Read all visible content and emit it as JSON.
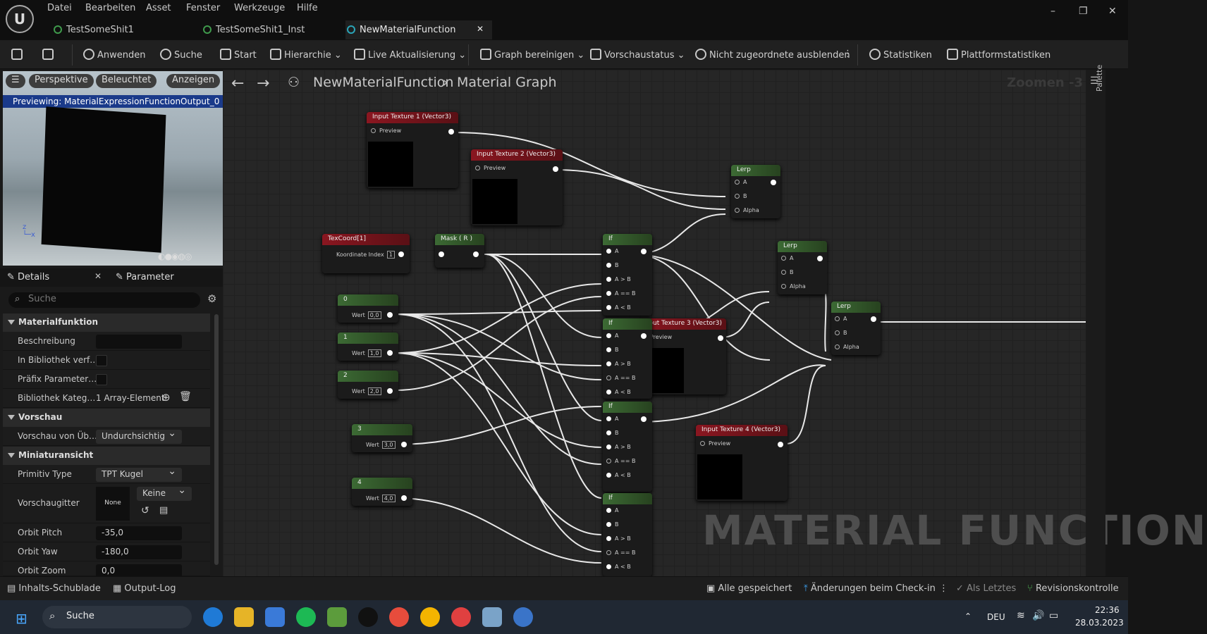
{
  "menu": [
    "Datei",
    "Bearbeiten",
    "Asset",
    "Fenster",
    "Werkzeuge",
    "Hilfe"
  ],
  "tabs": [
    {
      "label": "TestSomeShit1"
    },
    {
      "label": "TestSomeShit1_Inst"
    },
    {
      "label": "NewMaterialFunction",
      "active": true
    }
  ],
  "window_controls": {
    "minimize": "–",
    "restore": "❐",
    "close": "✕"
  },
  "toolbar": {
    "apply": "Anwenden",
    "search": "Suche",
    "home": "Start",
    "hierarchy": "Hierarchie",
    "live_update": "Live Aktualisierung",
    "clean_graph": "Graph bereinigen",
    "preview_state": "Vorschaustatus",
    "hide_unrelated": "Nicht zugeordnete ausblenden",
    "stats": "Statistiken",
    "platform_stats": "Plattformstatistiken"
  },
  "viewport": {
    "btn_perspective": "Perspektive",
    "btn_lit": "Beleuchtet",
    "btn_show": "Anzeigen",
    "info": "Previewing: MaterialExpressionFunctionOutput_0"
  },
  "details": {
    "tab_details": "Details",
    "tab_params": "Parameter",
    "search_placeholder": "Suche",
    "sections": {
      "materialfunktion": "Materialfunktion",
      "vorschau": "Vorschau",
      "miniatur": "Miniaturansicht"
    },
    "rows": {
      "beschreibung": "Beschreibung",
      "bibliothek_verf": "In Bibliothek verf…",
      "praefix": "Präfix Parameter…",
      "bibliothek_kateg": "Bibliothek Kateg…",
      "bibliothek_kateg_val": "1 Array-Element",
      "vorschau_von": "Vorschau von Üb…",
      "vorschau_von_val": "Undurchsichtig",
      "primitiv": "Primitiv Type",
      "primitiv_val": "TPT Kugel",
      "vorschaugitter": "Vorschaugitter",
      "vorschaugitter_thumb": "None",
      "vorschaugitter_val": "Keine",
      "orbit_pitch": "Orbit Pitch",
      "orbit_pitch_val": "-35,0",
      "orbit_yaw": "Orbit Yaw",
      "orbit_yaw_val": "-180,0",
      "orbit_zoom": "Orbit Zoom",
      "orbit_zoom_val": "0,0"
    }
  },
  "graph": {
    "breadcrumb_root": "NewMaterialFunction",
    "breadcrumb_leaf": "Material Graph",
    "zoom": "Zoomen -3",
    "watermark": "MATERIAL FUNCTION",
    "palette": "Palette",
    "nodes": {
      "tex1": "Input Texture 1 (Vector3)",
      "tex2": "Input Texture 2 (Vector3)",
      "tex3": "Input Texture 3 (Vector3)",
      "tex4": "Input Texture 4 (Vector3)",
      "preview": "Preview",
      "texcoord": "TexCoord[1]",
      "texcoord_pin": "Koordinate Index",
      "texcoord_val": "1",
      "mask": "Mask ( R )",
      "lerp": "Lerp",
      "if": "If",
      "wert": "Wert",
      "const": [
        {
          "title": "0",
          "val": "0,0"
        },
        {
          "title": "1",
          "val": "1,0"
        },
        {
          "title": "2",
          "val": "2,0"
        },
        {
          "title": "3",
          "val": "3,0"
        },
        {
          "title": "4",
          "val": "4,0"
        }
      ],
      "pin_a": "A",
      "pin_b": "B",
      "pin_alpha": "Alpha",
      "pin_agb": "A > B",
      "pin_aeb": "A == B",
      "pin_alb": "A < B"
    }
  },
  "statusbar": {
    "content_drawer": "Inhalts-Schublade",
    "output_log": "Output-Log",
    "all_saved": "Alle gespeichert",
    "checkin": "Änderungen beim Check-in",
    "last": "Als Letztes",
    "revision": "Revisionskontrolle"
  },
  "taskbar": {
    "search": "Suche",
    "lang": "DEU",
    "time": "22:36",
    "date": "28.03.2023"
  },
  "colors": {
    "accent_blue": "#1a3a8a",
    "node_red": "#8a1620",
    "node_green": "#3c6a34"
  }
}
